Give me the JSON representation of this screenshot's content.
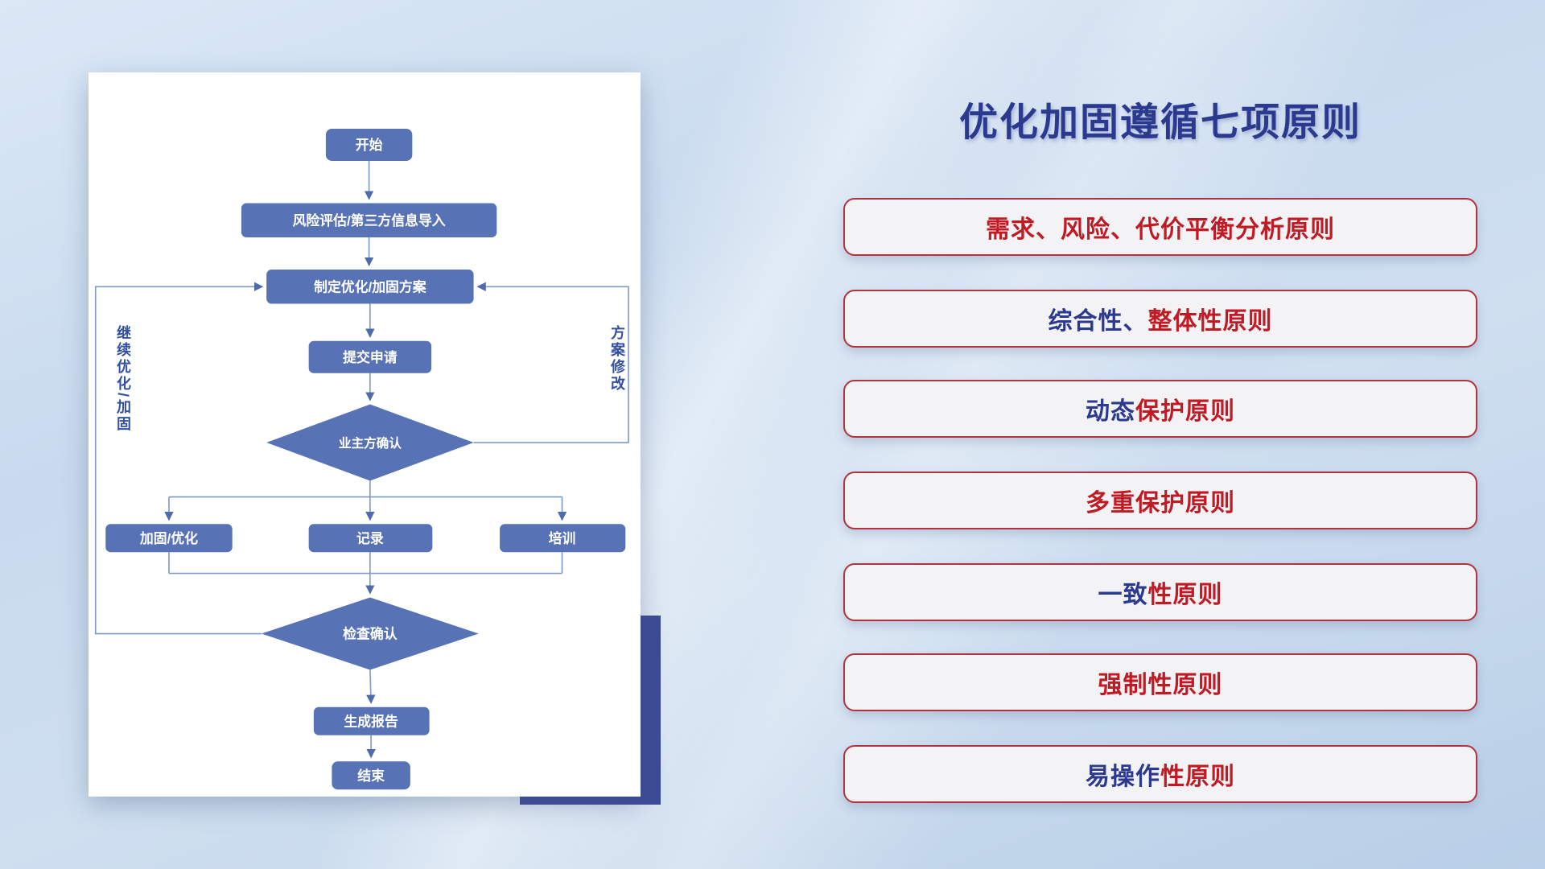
{
  "flowchart": {
    "nodes": {
      "start": "开始",
      "risk_import": "风险评估/第三方信息导入",
      "make_plan": "制定优化/加固方案",
      "submit": "提交申请",
      "owner_confirm": "业主方确认",
      "reinforce": "加固/优化",
      "record": "记录",
      "training": "培训",
      "check_confirm": "检查确认",
      "report": "生成报告",
      "end": "结束"
    },
    "loop_labels": {
      "left": "继续优化/加固",
      "right": "方案修改"
    }
  },
  "principles": {
    "title": "优化加固遵循七项原则",
    "items": [
      {
        "segments": [
          {
            "text": "需求、风险、代价平衡分析原则",
            "cls": "seg-red"
          }
        ]
      },
      {
        "segments": [
          {
            "text": "综合性、",
            "cls": "seg-navy"
          },
          {
            "text": "整体性原则",
            "cls": "seg-red"
          }
        ]
      },
      {
        "segments": [
          {
            "text": "动态",
            "cls": "seg-navy"
          },
          {
            "text": "保护原则",
            "cls": "seg-red"
          }
        ]
      },
      {
        "segments": [
          {
            "text": "多重保护原则",
            "cls": "seg-red"
          }
        ]
      },
      {
        "segments": [
          {
            "text": "一致",
            "cls": "seg-navy"
          },
          {
            "text": "性原则",
            "cls": "seg-red"
          }
        ]
      },
      {
        "segments": [
          {
            "text": "强制性原则",
            "cls": "seg-red"
          }
        ]
      },
      {
        "segments": [
          {
            "text": "易操作",
            "cls": "seg-navy"
          },
          {
            "text": "性原则",
            "cls": "seg-red"
          }
        ]
      }
    ]
  },
  "colors": {
    "accent_red": "#c01a24",
    "accent_navy": "#2b3a8f",
    "node_blue": "#5873b5",
    "slab_navy": "#3c4a96"
  }
}
